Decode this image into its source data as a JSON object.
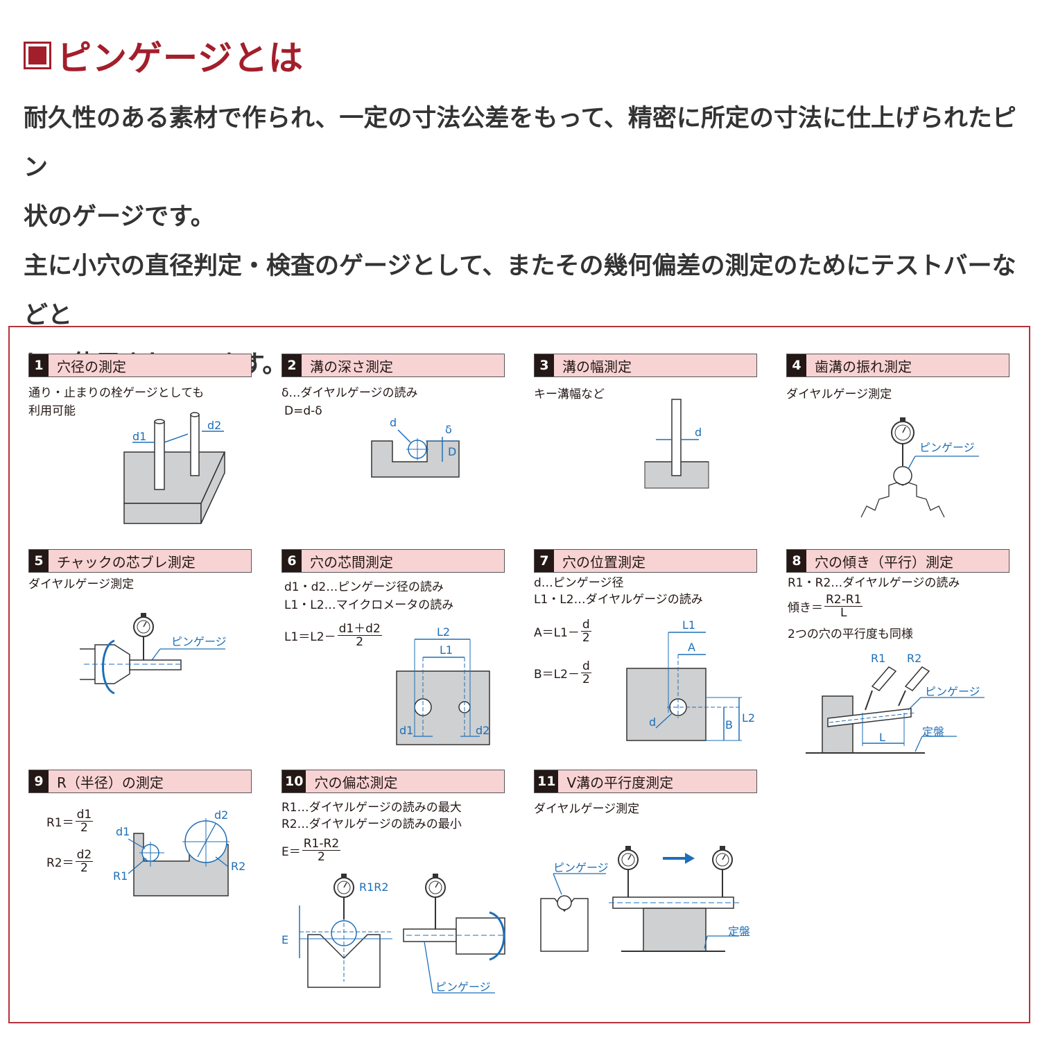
{
  "heading": {
    "title": "ピンゲージとは"
  },
  "intro": {
    "paragraph1_line1": "耐久性のある素材で作られ、一定の寸法公差をもって、精密に所定の寸法に仕上げられたピン",
    "paragraph1_line2": "状のゲージです。",
    "paragraph2_line1": "主に小穴の直径判定・検査のゲージとして、またその幾何偏差の測定のためにテストバーなどと",
    "paragraph2_line2": "して使用されています。"
  },
  "colors": {
    "accent": "#a31e2b",
    "title_bar": "#f8d3d4",
    "diagram_blue": "#1d6fb8",
    "diagram_gray": "#cfd0d1"
  },
  "panels": [
    {
      "num": "1",
      "title": "穴径の測定",
      "note1": "通り・止まりの栓ゲージとしても",
      "note2": "利用可能",
      "labels": {
        "d1": "d1",
        "d2": "d2"
      }
    },
    {
      "num": "2",
      "title": "溝の深さ測定",
      "note1": "δ…ダイヤルゲージの読み",
      "note2": "D=d-δ",
      "labels": {
        "d": "d",
        "delta": "δ",
        "D": "D"
      }
    },
    {
      "num": "3",
      "title": "溝の幅測定",
      "note1": "キー溝幅など",
      "labels": {
        "d": "d"
      }
    },
    {
      "num": "4",
      "title": "歯溝の振れ測定",
      "note1": "ダイヤルゲージ測定",
      "labels": {
        "pin": "ピンゲージ"
      }
    },
    {
      "num": "5",
      "title": "チャックの芯ブレ測定",
      "note1": "ダイヤルゲージ測定",
      "labels": {
        "pin": "ピンゲージ"
      }
    },
    {
      "num": "6",
      "title": "穴の芯間測定",
      "note1": "d1・d2…ピンゲージ径の読み",
      "note2": "L1・L2…マイクロメータの読み",
      "formula": {
        "lhs": "L1＝L2－",
        "num": "d1＋d2",
        "den": "2"
      },
      "labels": {
        "L1": "L1",
        "L2": "L2",
        "d1": "d1",
        "d2": "d2"
      }
    },
    {
      "num": "7",
      "title": "穴の位置測定",
      "note1": "d…ピンゲージ径",
      "note2": "L1・L2…ダイヤルゲージの読み",
      "formula_a": {
        "lhs": "A＝L1－",
        "num": "d",
        "den": "2"
      },
      "formula_b": {
        "lhs": "B＝L2－",
        "num": "d",
        "den": "2"
      },
      "labels": {
        "L1": "L1",
        "A": "A",
        "d": "d",
        "B": "B",
        "L2": "L2"
      }
    },
    {
      "num": "8",
      "title": "穴の傾き（平行）測定",
      "note1": "R1・R2…ダイヤルゲージの読み",
      "formula": {
        "lhs": "傾き＝",
        "num": "R2-R1",
        "den": "L"
      },
      "note2": "2つの穴の平行度も同様",
      "labels": {
        "R1": "R1",
        "R2": "R2",
        "pin": "ピンゲージ",
        "plate": "定盤",
        "L": "L"
      }
    },
    {
      "num": "9",
      "title": "R（半径）の測定",
      "formula_1": {
        "lhs": "R1＝",
        "num": "d1",
        "den": "2"
      },
      "formula_2": {
        "lhs": "R2＝",
        "num": "d2",
        "den": "2"
      },
      "labels": {
        "d1": "d1",
        "d2": "d2",
        "R1": "R1",
        "R2": "R2"
      }
    },
    {
      "num": "10",
      "title": "穴の偏芯測定",
      "note1": "R1…ダイヤルゲージの読みの最大",
      "note2": "R2…ダイヤルゲージの読みの最小",
      "formula": {
        "lhs": "E＝",
        "num": "R1-R2",
        "den": "2"
      },
      "labels": {
        "R1R2": "R1R2",
        "E": "E",
        "pin": "ピンゲージ"
      }
    },
    {
      "num": "11",
      "title": "V溝の平行度測定",
      "note1": "ダイヤルゲージ測定",
      "labels": {
        "pin": "ピンゲージ",
        "plate": "定盤"
      }
    }
  ]
}
